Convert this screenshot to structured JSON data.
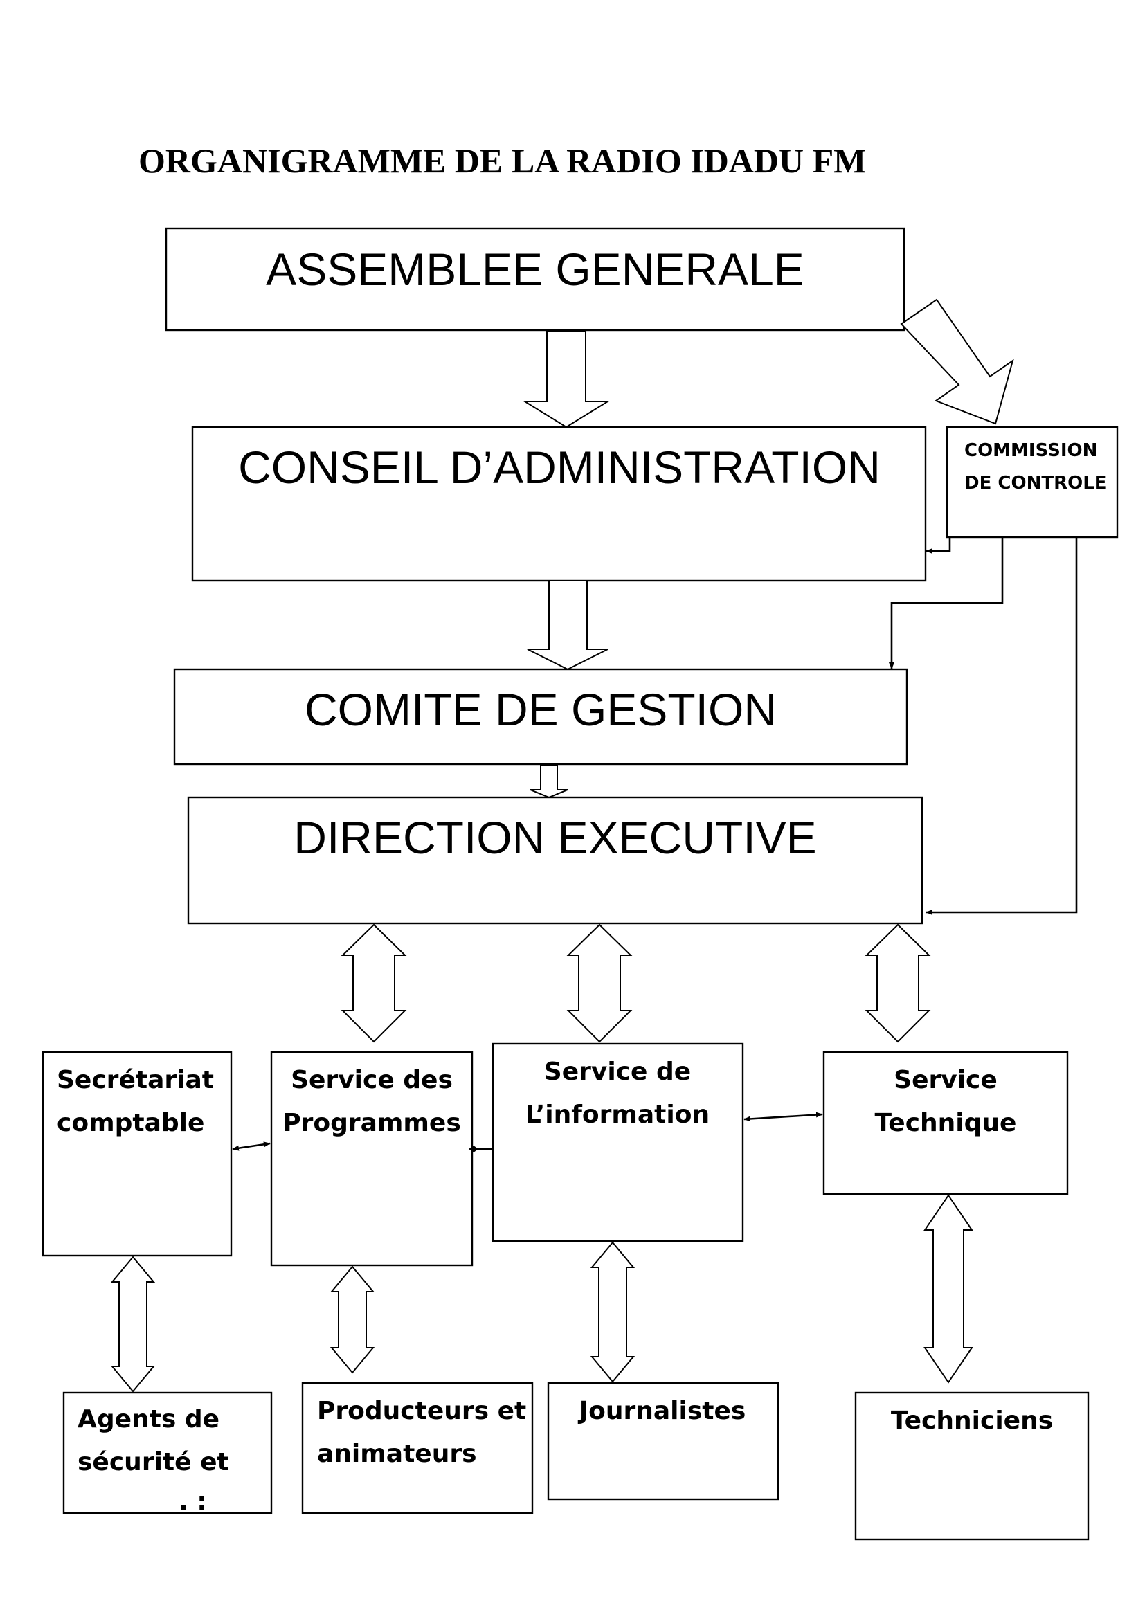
{
  "title": "ORGANIGRAMME DE LA RADIO IDADU FM",
  "boxes": {
    "assemblee": "ASSEMBLEE GENERALE",
    "conseil": "CONSEIL D’ADMINISTRATION",
    "commission": [
      "COMMISSION",
      "DE CONTROLE"
    ],
    "comite": "COMITE DE GESTION",
    "direction": "DIRECTION EXECUTIVE",
    "secretariat": [
      "Secrétariat",
      "comptable"
    ],
    "programmes": [
      "Service des",
      "Programmes"
    ],
    "information": [
      "Service de",
      "L’information"
    ],
    "technique": [
      "Service",
      "Technique"
    ],
    "agents": [
      "Agents de",
      "sécurité et",
      ". :"
    ],
    "producteurs": [
      "Producteurs et",
      "animateurs"
    ],
    "journalistes": "Journalistes",
    "techniciens": "Techniciens"
  }
}
